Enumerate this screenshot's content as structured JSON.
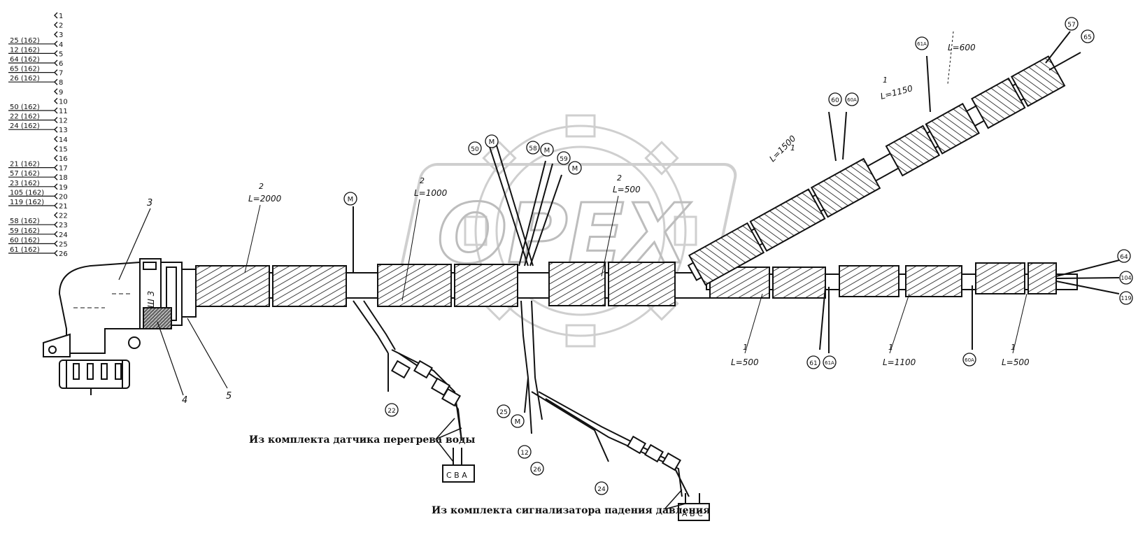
{
  "watermark": {
    "text": "OPEX",
    "color": "#bdbdbd"
  },
  "pins": [
    {
      "n": "1",
      "wire": ""
    },
    {
      "n": "2",
      "wire": ""
    },
    {
      "n": "3",
      "wire": ""
    },
    {
      "n": "4",
      "wire": "25 (162)"
    },
    {
      "n": "5",
      "wire": "12 (162)"
    },
    {
      "n": "6",
      "wire": "64 (162)"
    },
    {
      "n": "7",
      "wire": "65 (162)"
    },
    {
      "n": "8",
      "wire": "26 (162)"
    },
    {
      "n": "9",
      "wire": ""
    },
    {
      "n": "10",
      "wire": ""
    },
    {
      "n": "11",
      "wire": "50 (162)"
    },
    {
      "n": "12",
      "wire": "22 (162)"
    },
    {
      "n": "13",
      "wire": "24 (162)"
    },
    {
      "n": "14",
      "wire": ""
    },
    {
      "n": "15",
      "wire": ""
    },
    {
      "n": "16",
      "wire": ""
    },
    {
      "n": "17",
      "wire": "21 (162)"
    },
    {
      "n": "18",
      "wire": "57 (162)"
    },
    {
      "n": "19",
      "wire": "23 (162)"
    },
    {
      "n": "20",
      "wire": "105 (162)"
    },
    {
      "n": "21",
      "wire": "119 (162)"
    },
    {
      "n": "22",
      "wire": ""
    },
    {
      "n": "23",
      "wire": "58 (162)"
    },
    {
      "n": "24",
      "wire": "59 (162)"
    },
    {
      "n": "25",
      "wire": "60 (162)"
    },
    {
      "n": "26",
      "wire": "61 (162)"
    }
  ],
  "callouts": {
    "c3": "3",
    "c4": "4",
    "c5": "5",
    "conn_label": "Ш 3"
  },
  "sections": {
    "s1": {
      "pos": "2",
      "len": "L=2000"
    },
    "s2": {
      "pos": "2",
      "len": "L=1000"
    },
    "s3": {
      "pos": "2",
      "len": "L=500"
    },
    "s4": {
      "pos": "1",
      "len": "L=1500"
    },
    "s5": {
      "pos": "1",
      "len": "L=1150"
    },
    "s6": {
      "pos": "",
      "len": "L=600"
    },
    "s7": {
      "pos": "1",
      "len": "L=500"
    },
    "s8": {
      "pos": "1",
      "len": "L=1100"
    },
    "s9": {
      "pos": "1",
      "len": "L=500"
    }
  },
  "wire_tags": {
    "m1": "М",
    "w50": "50",
    "m2": "М",
    "w58": "58",
    "m3": "М",
    "w59": "59",
    "m4": "М",
    "w60": "60",
    "w60a": "60А",
    "w61a_top": "61А",
    "w57": "57",
    "w65": "65",
    "w64": "64",
    "w104": "104",
    "w119": "119",
    "w61": "61",
    "w61a": "61А",
    "w60a_bot": "60А",
    "w22": "22",
    "w25": "25",
    "m5": "М",
    "w12": "12",
    "w26": "26",
    "w24": "24"
  },
  "captions": {
    "water": "Из комплекта датчика перегрева воды",
    "pressure": "Из комплекта сигнализатора падения давления"
  },
  "plugs": {
    "water": "С В А",
    "pressure": "А В С"
  }
}
